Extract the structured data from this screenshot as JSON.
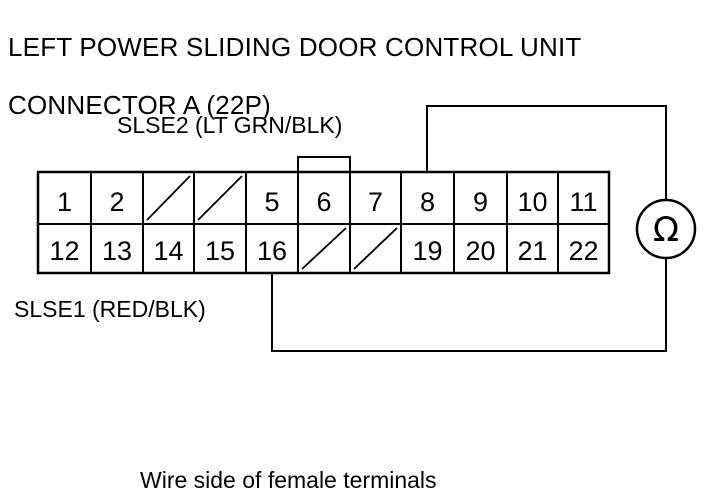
{
  "title": {
    "line1": "LEFT POWER SLIDING DOOR CONTROL UNIT",
    "line2": "CONNECTOR A (22P)"
  },
  "wires": {
    "slse2": "SLSE2 (LT GRN/BLK)",
    "slse1": "SLSE1 (RED/BLK)"
  },
  "meter": {
    "symbol": "Ω"
  },
  "connector": {
    "top_row": [
      "1",
      "2",
      "",
      "",
      "5",
      "6",
      "7",
      "8",
      "9",
      "10",
      "11"
    ],
    "bottom_row": [
      "12",
      "13",
      "14",
      "15",
      "16",
      "",
      "",
      "19",
      "20",
      "21",
      "22"
    ],
    "empty_cells_top": [
      2,
      3
    ],
    "empty_cells_bottom": [
      5,
      6
    ]
  },
  "caption": "Wire side of female terminals"
}
